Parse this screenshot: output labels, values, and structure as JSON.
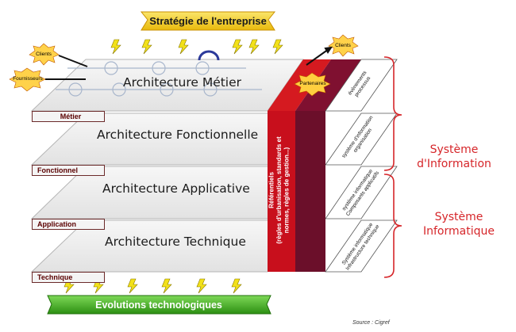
{
  "banner_top": "Stratégie de l'entreprise",
  "banner_bottom": "Evolutions technologiques",
  "layers": [
    {
      "title": "Architecture Métier",
      "tab": "Métier",
      "side": [
        "évènements",
        "processus"
      ]
    },
    {
      "title": "Architecture Fonctionnelle",
      "tab": "Fonctionnel",
      "side": [
        "système d'information",
        "organisation"
      ]
    },
    {
      "title": "Architecture Applicative",
      "tab": "Application",
      "side": [
        "système informatique",
        "Composants applicatifs"
      ]
    },
    {
      "title": "Architecture Technique",
      "tab": "Technique",
      "side": [
        "Système informatique",
        "Infrastructure technique"
      ]
    }
  ],
  "referentiels": [
    "Référentiels",
    "(règles d'urbanisation, standards et",
    "normes, règles de gestion...)"
  ],
  "actors": {
    "clients_left": "Clients",
    "fournisseurs": "Fournisseurs",
    "clients_right": "Clients",
    "partenaires": "Partenaires"
  },
  "braces": {
    "systeme_information": [
      "Système",
      "d'Information"
    ],
    "systeme_informatique": [
      "Système",
      "Informatique"
    ]
  },
  "source": "Source : Cigref",
  "colors": {
    "banner_top": "#f5cf1f",
    "banner_bottom": "#3fae1f",
    "red_column": "#c80f1c",
    "maroon_column": "#6b0f2a",
    "brace": "#d6262a",
    "bolt": "#f2e11a"
  }
}
